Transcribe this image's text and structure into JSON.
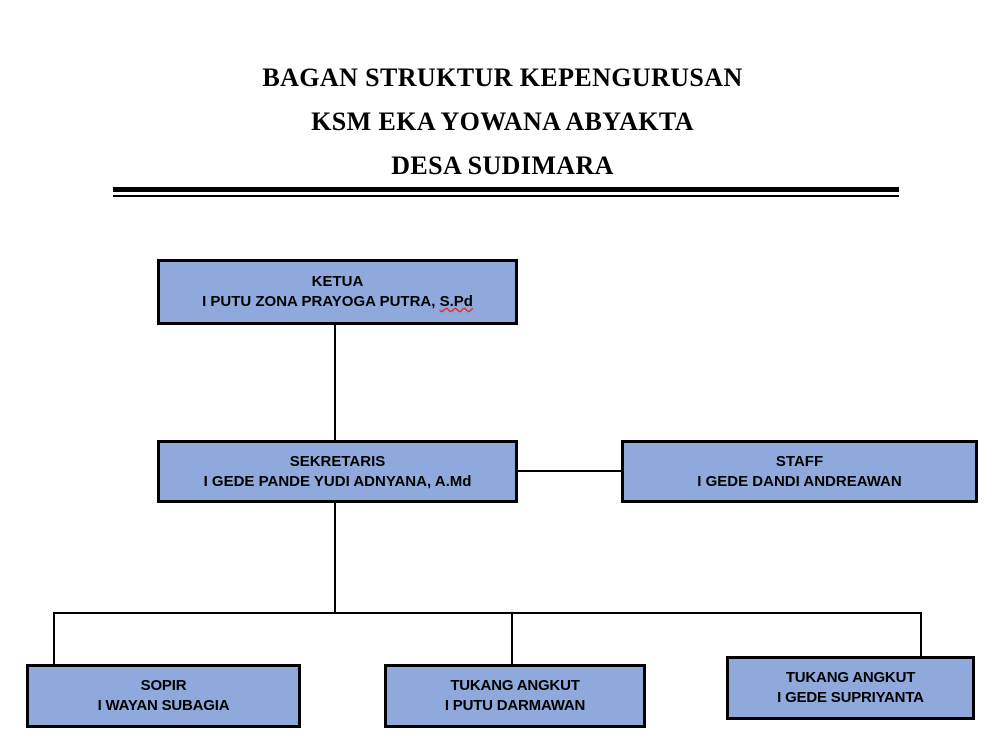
{
  "document": {
    "title_lines": [
      "BAGAN STRUKTUR KEPENGURUSAN",
      "KSM EKA YOWANA ABYAKTA",
      "DESA SUDIMARA"
    ]
  },
  "theme": {
    "box_fill": "#8FA9DC",
    "box_border": "#000000",
    "text_color": "#000000",
    "page_background": "#ffffff",
    "spellcheck_underline": "#e03030"
  },
  "chart_info": {
    "type": "org-chart",
    "levels": 3,
    "node_count": 5
  },
  "nodes": {
    "ketua": {
      "role": "KETUA",
      "name": "I PUTU ZONA PRAYOGA PUTRA,",
      "name_suffix": "S.Pd"
    },
    "sekretaris": {
      "role": "SEKRETARIS",
      "name": "I GEDE PANDE YUDI ADNYANA, A.Md"
    },
    "staff": {
      "role": "STAFF",
      "name": "I GEDE DANDI ANDREAWAN"
    },
    "sopir": {
      "role": "SOPIR",
      "name": "I WAYAN SUBAGIA"
    },
    "tukang_angkut_1": {
      "role": "TUKANG ANGKUT",
      "name": "I PUTU DARMAWAN"
    },
    "tukang_angkut_2": {
      "role": "TUKANG ANGKUT",
      "name": "I GEDE SUPRIYANTA"
    }
  }
}
